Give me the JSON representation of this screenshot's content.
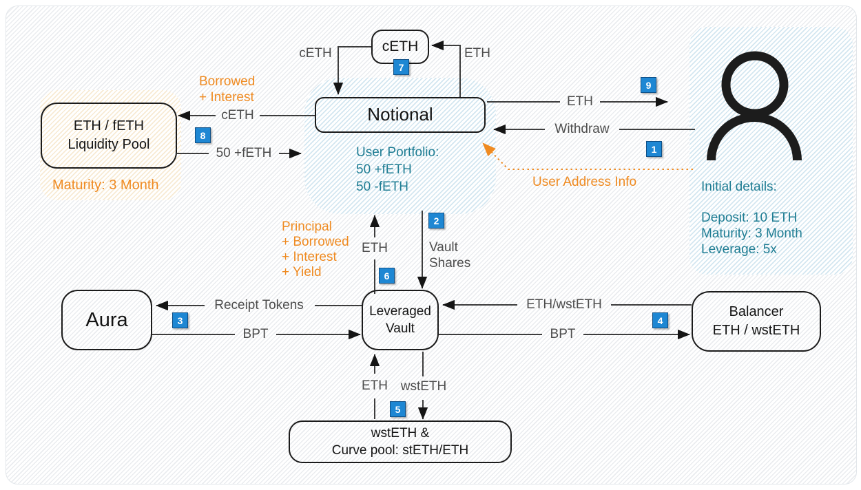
{
  "title": "Notional leveraged vault flow diagram",
  "colors": {
    "orange_text": "#ef8b22",
    "teal_text": "#1f7d93",
    "badge_blue": "#1e87d3",
    "line_gray": "#3d3d3d",
    "hatch_blue": "#d3e6f0",
    "hatch_cream": "#f7ead3"
  },
  "nodes": {
    "ceth": {
      "label": "cETH"
    },
    "notional": {
      "label": "Notional"
    },
    "liquidity_pool": {
      "line1": "ETH / fETH",
      "line2": "Liquidity Pool"
    },
    "aura": {
      "label": "Aura"
    },
    "leveraged_vault": {
      "line1": "Leveraged",
      "line2": "Vault"
    },
    "balancer": {
      "line1": "Balancer",
      "line2": "ETH / wstETH"
    },
    "curve_pool": {
      "line1": "wstETH &",
      "line2": "Curve pool: stETH/ETH"
    }
  },
  "edges": {
    "ceth_to_notional": "cETH",
    "eth_to_ceth": "ETH",
    "ceth_to_pool": "cETH",
    "feth_to_notional": "50 +fETH",
    "eth_to_user": "ETH",
    "withdraw": "Withdraw",
    "vault_shares_line1": "Vault",
    "vault_shares_line2": "Shares",
    "eth_up": "ETH",
    "receipt_tokens": "Receipt Tokens",
    "bpt_to_vault": "BPT",
    "eth_wsteth": "ETH/wstETH",
    "bpt_to_balancer": "BPT",
    "eth_bottom": "ETH",
    "wsteth_down": "wstETH"
  },
  "annotations": {
    "borrowed_interest": [
      "Borrowed",
      "+ Interest"
    ],
    "maturity": "Maturity: 3 Month",
    "user_portfolio": [
      "User Portfolio:",
      "50 +fETH",
      "50 -fETH"
    ],
    "user_address_info": "User Address Info",
    "principal_block": [
      "Principal",
      "+ Borrowed",
      "+ Interest",
      "+ Yield"
    ],
    "initial_details_title": "Initial details:",
    "initial_details": [
      "Deposit: 10 ETH",
      "Maturity: 3 Month",
      "Leverage: 5x"
    ]
  },
  "steps": {
    "s1": "1",
    "s2": "2",
    "s3": "3",
    "s4": "4",
    "s5": "5",
    "s6": "6",
    "s7": "7",
    "s8": "8",
    "s9": "9"
  }
}
